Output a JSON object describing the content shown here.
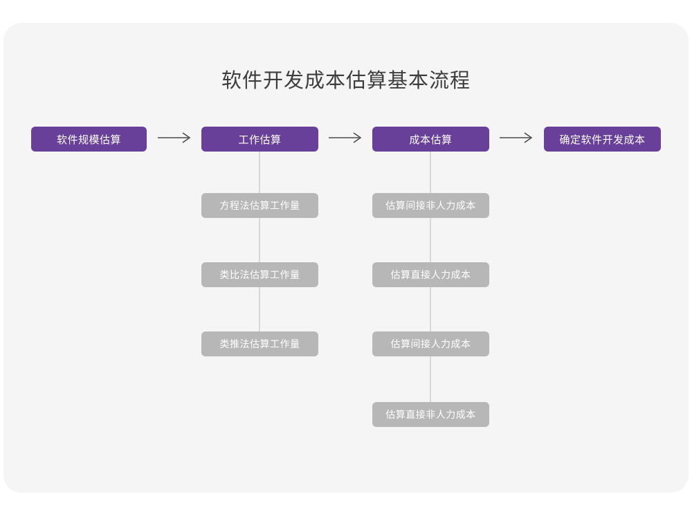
{
  "diagram": {
    "title": "软件开发成本估算基本流程",
    "colors": {
      "page_background": "#ffffff",
      "card_background": "#f5f5f5",
      "primary_node": "#68409a",
      "secondary_node": "#b7b7b7",
      "connector": "#d8d8d8",
      "arrow": "#4a4a4a",
      "title_text": "#3d3d3d",
      "node_text": "#ffffff"
    },
    "main_flow": [
      {
        "label": "软件规模估算"
      },
      {
        "label": "工作估算"
      },
      {
        "label": "成本估算"
      },
      {
        "label": "确定软件开发成本"
      }
    ],
    "arrows": [
      {
        "name": "arrow-1",
        "glyph": "arrow-right-icon"
      },
      {
        "name": "arrow-2",
        "glyph": "arrow-right-icon"
      },
      {
        "name": "arrow-3",
        "glyph": "arrow-right-icon"
      }
    ],
    "work_estimation_children": [
      {
        "label": "方程法估算工作量"
      },
      {
        "label": "类比法估算工作量"
      },
      {
        "label": "类推法估算工作量"
      }
    ],
    "cost_estimation_children": [
      {
        "label": "估算间接非人力成本"
      },
      {
        "label": "估算直接人力成本"
      },
      {
        "label": "估算间接人力成本"
      },
      {
        "label": "估算直接非人力成本"
      }
    ]
  }
}
